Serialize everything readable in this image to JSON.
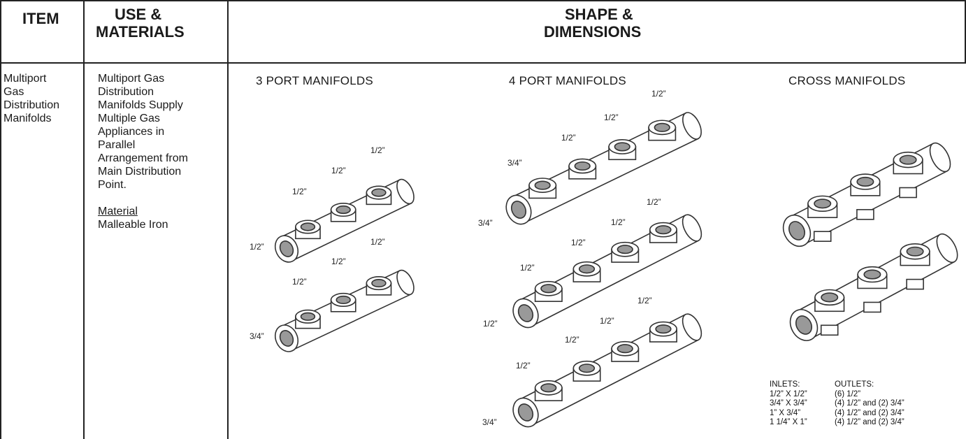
{
  "header": {
    "item": "ITEM",
    "use_line1": "USE &",
    "use_line2": "MATERIALS",
    "shape_line1": "SHAPE &",
    "shape_line2": "DIMENSIONS"
  },
  "row": {
    "item": [
      "Multiport",
      "Gas",
      "Distribution",
      "Manifolds"
    ],
    "use": [
      "Multiport Gas",
      "Distribution",
      "Manifolds Supply",
      "Multiple Gas",
      "Appliances in",
      "Parallel",
      "Arrangement from",
      "Main Distribution",
      "Point."
    ],
    "material_heading": "Material",
    "material": "Malleable Iron"
  },
  "sections": {
    "three_port": "3 PORT MANIFOLDS",
    "four_port": "4 PORT MANIFOLDS",
    "cross": "CROSS MANIFOLDS"
  },
  "three_port": {
    "m1": {
      "inlet": "1/2”",
      "o1": "1/2”",
      "o2": "1/2”",
      "o3": "1/2”"
    },
    "m2": {
      "inlet": "3/4”",
      "o1": "1/2”",
      "o2": "1/2”",
      "o3": "1/2”"
    }
  },
  "four_port": {
    "m1": {
      "inlet": "3/4”",
      "o1": "3/4”",
      "o2": "1/2”",
      "o3": "1/2”",
      "o4": "1/2”"
    },
    "m2": {
      "inlet": "1/2”",
      "o1": "1/2”",
      "o2": "1/2”",
      "o3": "1/2”",
      "o4": "1/2”"
    },
    "m3": {
      "inlet": "3/4”",
      "o1": "1/2”",
      "o2": "1/2”",
      "o3": "1/2”",
      "o4": "1/2”"
    }
  },
  "cross_specs": {
    "inlets_header": "INLETS:",
    "outlets_header": "OUTLETS:",
    "rows": [
      {
        "inlet": "1/2” X 1/2”",
        "outlet": "(6) 1/2”"
      },
      {
        "inlet": "3/4” X 3/4”",
        "outlet": "(4) 1/2” and (2) 3/4”"
      },
      {
        "inlet": "1” X 3/4”",
        "outlet": "(4) 1/2” and (2) 3/4”"
      },
      {
        "inlet": "1 1/4” X 1”",
        "outlet": "(4) 1/2” and (2) 3/4”"
      }
    ]
  }
}
